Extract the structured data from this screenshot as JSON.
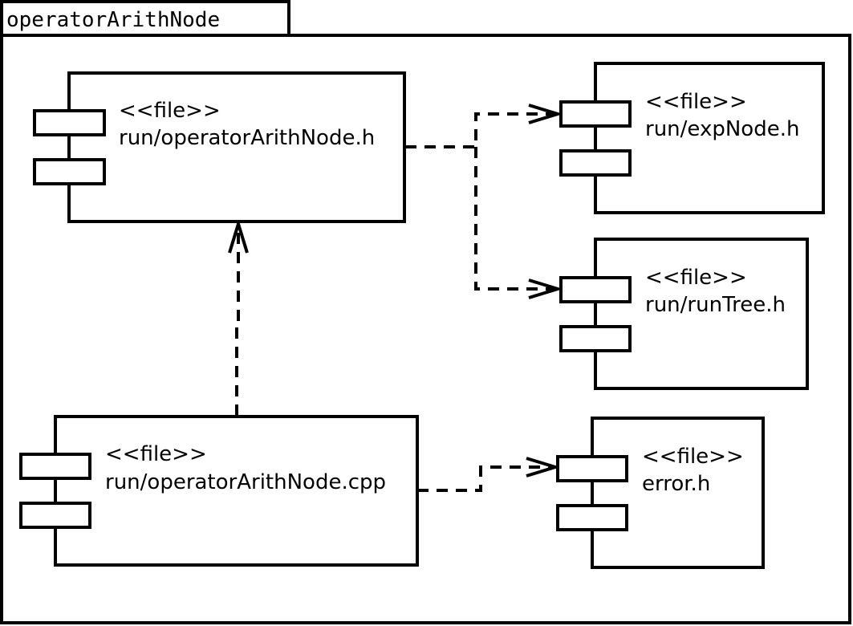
{
  "package": {
    "name": "operatorArithNode"
  },
  "components": [
    {
      "id": "opArithH",
      "stereotype": "<<file>>",
      "name": "run/operatorArithNode.h"
    },
    {
      "id": "expNodeH",
      "stereotype": "<<file>>",
      "name": "run/expNode.h"
    },
    {
      "id": "runTreeH",
      "stereotype": "<<file>>",
      "name": "run/runTree.h"
    },
    {
      "id": "opArithCpp",
      "stereotype": "<<file>>",
      "name": "run/operatorArithNode.cpp"
    },
    {
      "id": "errorH",
      "stereotype": "<<file>>",
      "name": "error.h"
    }
  ],
  "dependencies": [
    {
      "from": "opArithH",
      "to": "expNodeH"
    },
    {
      "from": "opArithH",
      "to": "runTreeH"
    },
    {
      "from": "opArithCpp",
      "to": "opArithH"
    },
    {
      "from": "opArithCpp",
      "to": "errorH"
    }
  ]
}
